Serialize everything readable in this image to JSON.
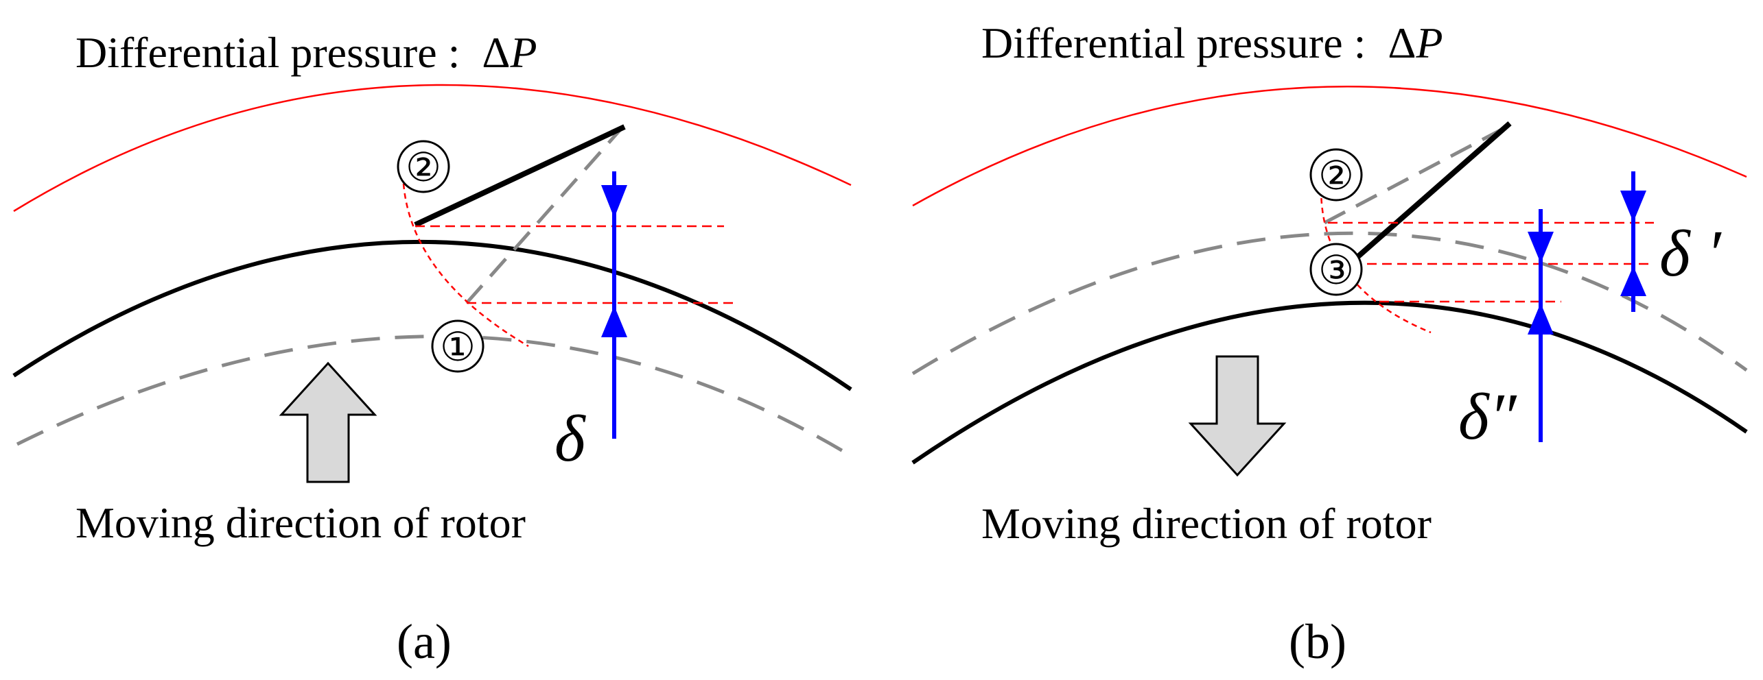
{
  "panels": [
    {
      "id": "a",
      "title_prefix": "Differential pressure :",
      "delta_symbol": "Δ",
      "pressure_symbol": "P",
      "caption": "Moving direction of  rotor",
      "panel_label": "(a)",
      "markers": [
        "②",
        "①"
      ],
      "gap_labels": [
        "δ"
      ],
      "arrow_direction": "up"
    },
    {
      "id": "b",
      "title_prefix": "Differential pressure :",
      "delta_symbol": "Δ",
      "pressure_symbol": "P",
      "caption": "Moving direction of  rotor",
      "panel_label": "(b)",
      "markers": [
        "②",
        "③"
      ],
      "gap_labels": [
        "δ ′",
        "δ″"
      ],
      "arrow_direction": "down"
    }
  ],
  "colors": {
    "casing": "#ff0000",
    "rotor": "#000000",
    "rotor_displaced": "#888888",
    "guide": "#ff0000",
    "dimension": "#0000ff",
    "arrow_fill": "#d9d9d9"
  }
}
